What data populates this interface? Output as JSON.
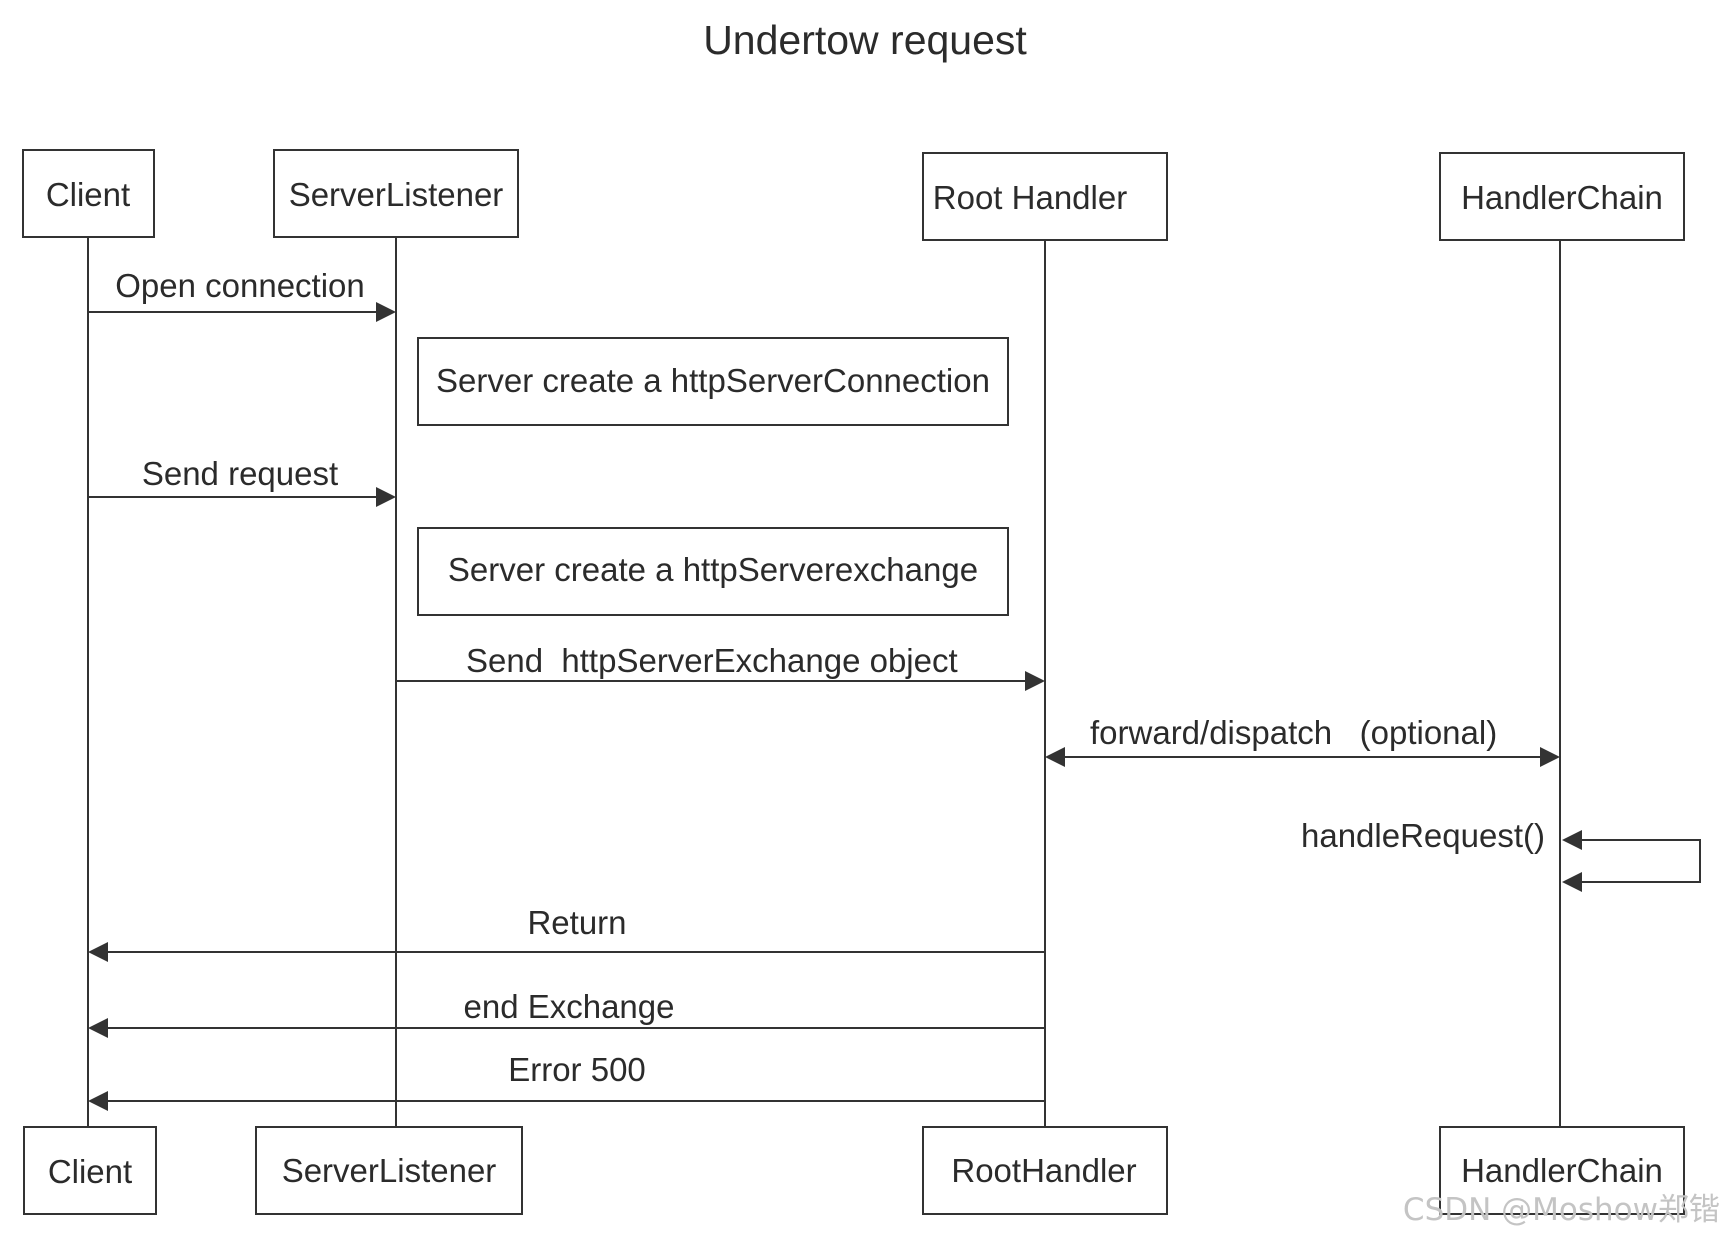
{
  "title": "Undertow request",
  "participants": {
    "client": {
      "top_label": "Client",
      "bottom_label": "Client"
    },
    "server_listener": {
      "top_label": "ServerListener",
      "bottom_label": "ServerListener"
    },
    "root_handler": {
      "top_label": "Root Handler",
      "bottom_label": "RootHandler"
    },
    "handler_chain": {
      "top_label": "HandlerChain",
      "bottom_label": "HandlerChain"
    }
  },
  "notes": {
    "create_connection": "Server create a httpServerConnection",
    "create_exchange": "Server create a httpServerexchange"
  },
  "messages": {
    "open_connection": "Open connection",
    "send_request": "Send request",
    "send_exchange": "Send  httpServerExchange object",
    "forward_dispatch": "forward/dispatch   (optional)",
    "handle_request": "handleRequest()",
    "return": "Return",
    "end_exchange": "end Exchange",
    "error_500": "Error 500"
  },
  "watermark": "CSDN @Moshow郑锴"
}
